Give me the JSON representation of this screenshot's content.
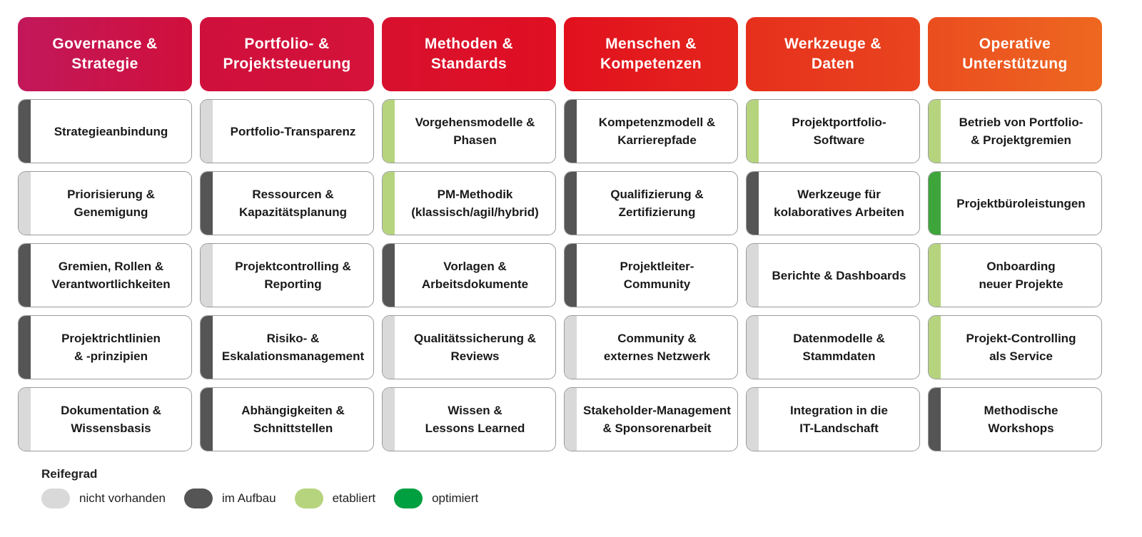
{
  "maturity_levels": {
    "none": {
      "label": "nicht vorhanden",
      "color": "#d9d9d9"
    },
    "developing": {
      "label": "im Aufbau",
      "color": "#555555"
    },
    "established": {
      "label": "etabliert",
      "color": "#b6d47e"
    },
    "optimized": {
      "label": "optimiert",
      "color": "#3ea53a"
    }
  },
  "legend": {
    "title": "Reifegrad",
    "items": [
      {
        "label": "nicht vorhanden",
        "color": "#d9d9d9"
      },
      {
        "label": "im Aufbau",
        "color": "#555555"
      },
      {
        "label": "etabliert",
        "color": "#b6d47e"
      },
      {
        "label": "optimiert",
        "color": "#00a040"
      }
    ]
  },
  "columns": [
    {
      "title": "Governance &\nStrategie",
      "color_from": "#c2185b",
      "color_to": "#d0103c",
      "items": [
        {
          "label": "Strategieanbindung",
          "level": "developing"
        },
        {
          "label": "Priorisierung &\nGenemigung",
          "level": "none"
        },
        {
          "label": "Gremien, Rollen &\nVerantwortlichkeiten",
          "level": "developing"
        },
        {
          "label": "Projektrichtlinien\n& -prinzipien",
          "level": "developing"
        },
        {
          "label": "Dokumentation &\nWissensbasis",
          "level": "none"
        }
      ]
    },
    {
      "title": "Portfolio- &\nProjektsteuerung",
      "color_from": "#d0103c",
      "color_to": "#d4123a",
      "items": [
        {
          "label": "Portfolio-Transparenz",
          "level": "none"
        },
        {
          "label": "Ressourcen &\nKapazitätsplanung",
          "level": "developing"
        },
        {
          "label": "Projektcontrolling &\nReporting",
          "level": "none"
        },
        {
          "label": "Risiko- &\nEskalationsmanagement",
          "level": "developing"
        },
        {
          "label": "Abhängigkeiten &\nSchnittstellen",
          "level": "developing"
        }
      ]
    },
    {
      "title": "Methoden &\nStandards",
      "color_from": "#d8102e",
      "color_to": "#e00f22",
      "items": [
        {
          "label": "Vorgehensmodelle &\nPhasen",
          "level": "established"
        },
        {
          "label": "PM-Methodik\n(klassisch/agil/hybrid)",
          "level": "established"
        },
        {
          "label": "Vorlagen &\nArbeitsdokumente",
          "level": "developing"
        },
        {
          "label": "Qualitätssicherung &\nReviews",
          "level": "none"
        },
        {
          "label": "Wissen &\nLessons Learned",
          "level": "none"
        }
      ]
    },
    {
      "title": "Menschen &\nKompetenzen",
      "color_from": "#e2101e",
      "color_to": "#e4261c",
      "items": [
        {
          "label": "Kompetenzmodell &\nKarrierepfade",
          "level": "developing"
        },
        {
          "label": "Qualifizierung &\nZertifizierung",
          "level": "developing"
        },
        {
          "label": "Projektleiter-\nCommunity",
          "level": "developing"
        },
        {
          "label": "Community &\nexternes Netzwerk",
          "level": "none"
        },
        {
          "label": "Stakeholder-Management\n& Sponsorenarbeit",
          "level": "none"
        }
      ]
    },
    {
      "title": "Werkzeuge &\nDaten",
      "color_from": "#e6301c",
      "color_to": "#e9451f",
      "items": [
        {
          "label": "Projektportfolio-\nSoftware",
          "level": "established"
        },
        {
          "label": "Werkzeuge für\nkolaboratives Arbeiten",
          "level": "developing"
        },
        {
          "label": "Berichte & Dashboards",
          "level": "none"
        },
        {
          "label": "Datenmodelle &\nStammdaten",
          "level": "none"
        },
        {
          "label": "Integration in die\nIT-Landschaft",
          "level": "none"
        }
      ]
    },
    {
      "title": "Operative\nUnterstützung",
      "color_from": "#ea4d1f",
      "color_to": "#ee6820",
      "items": [
        {
          "label": "Betrieb von Portfolio-\n& Projektgremien",
          "level": "established"
        },
        {
          "label": "Projektbüroleistungen",
          "level": "optimized"
        },
        {
          "label": "Onboarding\nneuer Projekte",
          "level": "established"
        },
        {
          "label": "Projekt-Controlling\nals Service",
          "level": "established"
        },
        {
          "label": "Methodische\nWorkshops",
          "level": "developing"
        }
      ]
    }
  ]
}
